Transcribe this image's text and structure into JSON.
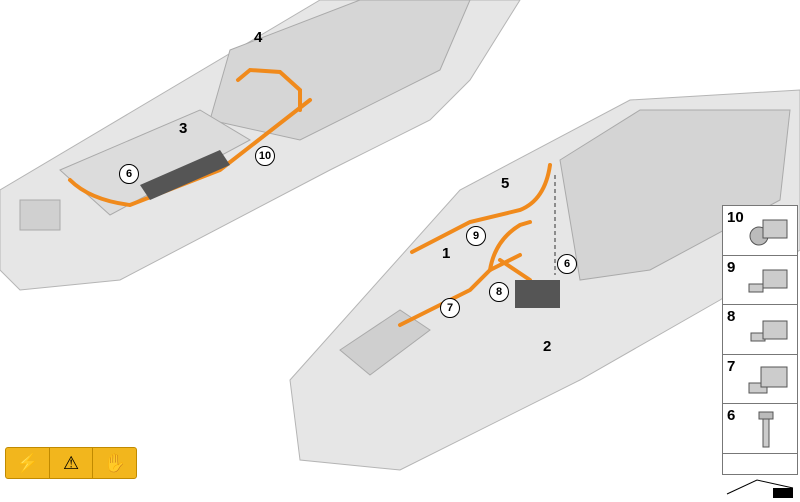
{
  "callouts": {
    "c1": "1",
    "c2": "2",
    "c3": "3",
    "c4": "4",
    "c5": "5",
    "c6a": "6",
    "c6b": "6",
    "c7": "7",
    "c8": "8",
    "c9": "9",
    "c10": "10"
  },
  "legend": {
    "items": [
      {
        "label": "10",
        "icon": "cable-clip-round-icon"
      },
      {
        "label": "9",
        "icon": "cable-clip-tab-icon"
      },
      {
        "label": "8",
        "icon": "cable-clip-open-icon"
      },
      {
        "label": "7",
        "icon": "cable-clip-bracket-icon"
      },
      {
        "label": "6",
        "icon": "bolt-icon"
      },
      {
        "label": "",
        "icon": "parts-set-icon"
      }
    ]
  },
  "warning_label": {
    "icons": [
      "high-voltage-icon",
      "read-manual-icon",
      "no-touch-icon"
    ]
  },
  "colors": {
    "cable": "#f08a1c",
    "tray": "#e4e4e4",
    "tray_edge": "#b5b5b5",
    "warning": "#f2b61d"
  }
}
